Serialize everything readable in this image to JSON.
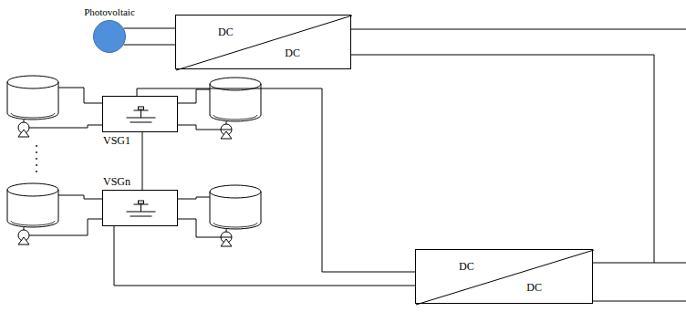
{
  "diagram": {
    "nodes": [
      {
        "text": [
          "Photovoltaic"
        ]
      },
      {
        "text": [
          "DC",
          "DC"
        ]
      },
      {
        "text": [
          "VSG1"
        ]
      },
      {
        "text": [
          "VSGn"
        ]
      },
      {
        "text": [
          "DC",
          "DC"
        ]
      }
    ],
    "edges": [
      {
        "from": 0,
        "to": 1,
        "arrow": "none"
      },
      {
        "from": 1,
        "to": 4,
        "arrow": "none"
      },
      {
        "from": 2,
        "to": 3,
        "arrow": "none"
      },
      {
        "from": 2,
        "to": 4,
        "arrow": "none"
      },
      {
        "from": 3,
        "to": 4,
        "arrow": "none"
      }
    ]
  }
}
